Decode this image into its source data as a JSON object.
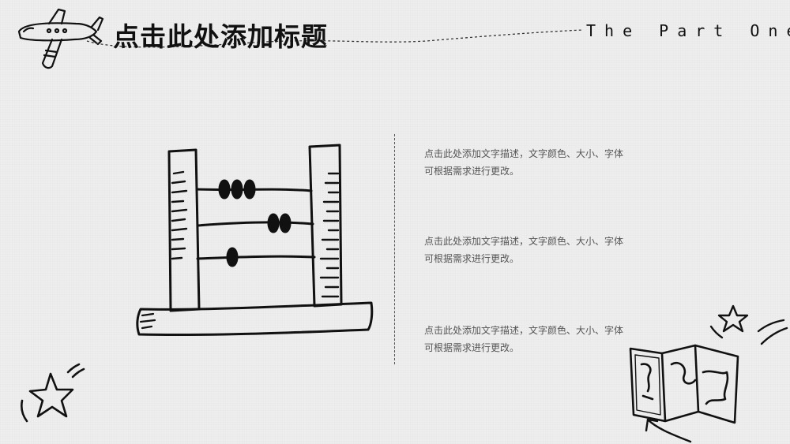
{
  "header": {
    "title": "点击此处添加标题",
    "part_label": "The Part One"
  },
  "descriptions": [
    {
      "line1": "点击此处添加文字描述，文字颜色、大小、字体",
      "line2": "可根据需求进行更改。"
    },
    {
      "line1": "点击此处添加文字描述，文字颜色、大小、字体",
      "line2": "可根据需求进行更改。"
    },
    {
      "line1": "点击此处添加文字描述，文字颜色、大小、字体",
      "line2": "可根据需求进行更改。"
    }
  ],
  "icons": {
    "airplane": "airplane-icon",
    "abacus": "abacus-icon",
    "star_left": "star-icon",
    "star_right": "star-icon",
    "map": "folded-map-icon",
    "arrow": "curved-arrow-icon"
  },
  "colors": {
    "background": "#eeeeee",
    "ink": "#111111",
    "body_text": "#555555"
  }
}
